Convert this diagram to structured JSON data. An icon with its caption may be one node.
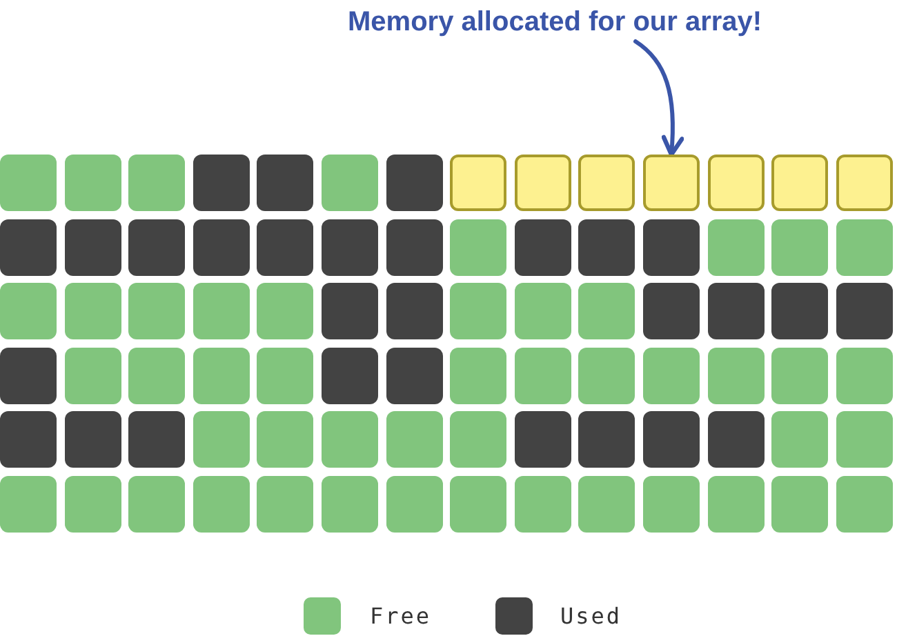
{
  "diagram": {
    "nodes": [
      {
        "text": [
          "Memory allocated for our array!"
        ]
      },
      {
        "text": [],
        "shape": "box"
      },
      {
        "text": [],
        "shape": "box"
      },
      {
        "text": [],
        "shape": "box"
      },
      {
        "text": [],
        "shape": "box"
      },
      {
        "text": [],
        "shape": "box"
      },
      {
        "text": [],
        "shape": "box"
      },
      {
        "text": [],
        "shape": "box"
      }
    ],
    "edges": [
      {
        "from": 0,
        "to": 4,
        "arrow": "to"
      }
    ],
    "legend": [
      {
        "text": "Free",
        "color": "#81c57d"
      },
      {
        "text": "Used",
        "color": "#434343"
      }
    ]
  }
}
